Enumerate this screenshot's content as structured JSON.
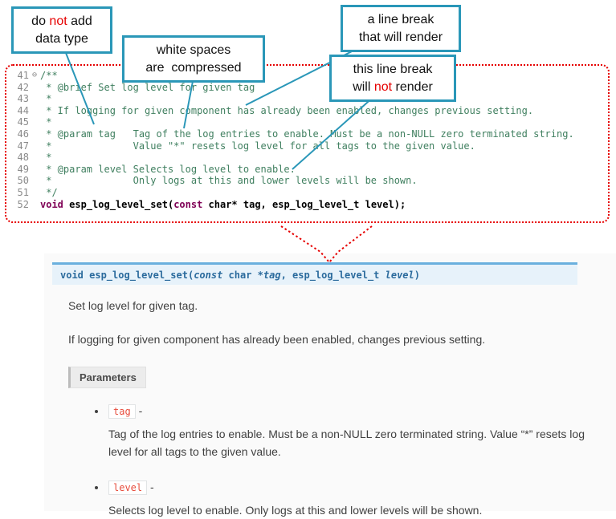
{
  "colors": {
    "accent_teal": "#2a97b8",
    "alert_red": "#e60000",
    "comment_green": "#3f7f5f",
    "keyword_purple": "#7f0055",
    "literal_red": "#e74c3c",
    "signature_text": "#2b6b9d",
    "signature_bg": "#e7f2fa",
    "signature_border": "#6ab0de"
  },
  "callouts": [
    {
      "lines": [
        [
          {
            "t": "do "
          },
          {
            "t": "not",
            "red": true
          },
          {
            "t": " add"
          }
        ],
        [
          {
            "t": "data type"
          }
        ]
      ]
    },
    {
      "lines": [
        [
          {
            "t": "white spaces"
          }
        ],
        [
          {
            "t": "are  compressed"
          }
        ]
      ]
    },
    {
      "lines": [
        [
          {
            "t": "a line break"
          }
        ],
        [
          {
            "t": "that will render"
          }
        ]
      ]
    },
    {
      "lines": [
        [
          {
            "t": "this line break"
          }
        ],
        [
          {
            "t": "will "
          },
          {
            "t": "not",
            "red": true
          },
          {
            "t": " render"
          }
        ]
      ]
    }
  ],
  "editor": {
    "lines": [
      {
        "num": "41",
        "fold": "⊖",
        "segs": [
          {
            "t": "/**",
            "c": "comment"
          }
        ]
      },
      {
        "num": "42",
        "segs": [
          {
            "t": " * @brief Set log level for given tag",
            "c": "comment"
          }
        ]
      },
      {
        "num": "43",
        "segs": [
          {
            "t": " *",
            "c": "comment"
          }
        ]
      },
      {
        "num": "44",
        "segs": [
          {
            "t": " * If logging for given component has already been enabled, changes previous setting.",
            "c": "comment"
          }
        ]
      },
      {
        "num": "45",
        "segs": [
          {
            "t": " *",
            "c": "comment"
          }
        ]
      },
      {
        "num": "46",
        "segs": [
          {
            "t": " * @param tag   Tag of the log entries to enable. Must be a non-NULL zero terminated string.",
            "c": "comment"
          }
        ]
      },
      {
        "num": "47",
        "segs": [
          {
            "t": " *              Value \"*\" resets log level for all tags to the given value.",
            "c": "comment"
          }
        ]
      },
      {
        "num": "48",
        "segs": [
          {
            "t": " *",
            "c": "comment"
          }
        ]
      },
      {
        "num": "49",
        "segs": [
          {
            "t": " * @param level Selects log level to enable.",
            "c": "comment"
          }
        ]
      },
      {
        "num": "50",
        "segs": [
          {
            "t": " *              Only logs at this and lower levels will be shown.",
            "c": "comment"
          }
        ]
      },
      {
        "num": "51",
        "segs": [
          {
            "t": " */",
            "c": "comment"
          }
        ]
      },
      {
        "num": "52",
        "segs": [
          {
            "t": "void",
            "c": "kw"
          },
          {
            "t": " esp_log_level_set(",
            "c": "code"
          },
          {
            "t": "const",
            "c": "kw"
          },
          {
            "t": " char* tag, esp_log_level_t level);",
            "c": "code"
          }
        ]
      }
    ]
  },
  "docs": {
    "signature": {
      "segs": [
        {
          "t": "void ",
          "b": true
        },
        {
          "t": "esp_log_level_set",
          "b": true
        },
        {
          "t": "(",
          "b": true
        },
        {
          "t": "const",
          "b": true,
          "i": true
        },
        {
          "t": " char *",
          "b": true
        },
        {
          "t": "tag",
          "b": true,
          "i": true
        },
        {
          "t": ", ",
          "b": true
        },
        {
          "t": "esp_log_level_t ",
          "b": true
        },
        {
          "t": "level",
          "b": true,
          "i": true
        },
        {
          "t": ")",
          "b": true
        }
      ]
    },
    "brief": "Set log level for given tag.",
    "description": "If logging for given component has already been enabled, changes previous setting.",
    "parameters_label": "Parameters",
    "params": [
      {
        "name": "tag",
        "sep": "-",
        "desc": "Tag of the log entries to enable. Must be a non-NULL zero terminated string. Value “*” resets log level for all tags to the given value."
      },
      {
        "name": "level",
        "sep": "-",
        "desc": "Selects log level to enable. Only logs at this and lower levels will be shown."
      }
    ]
  }
}
